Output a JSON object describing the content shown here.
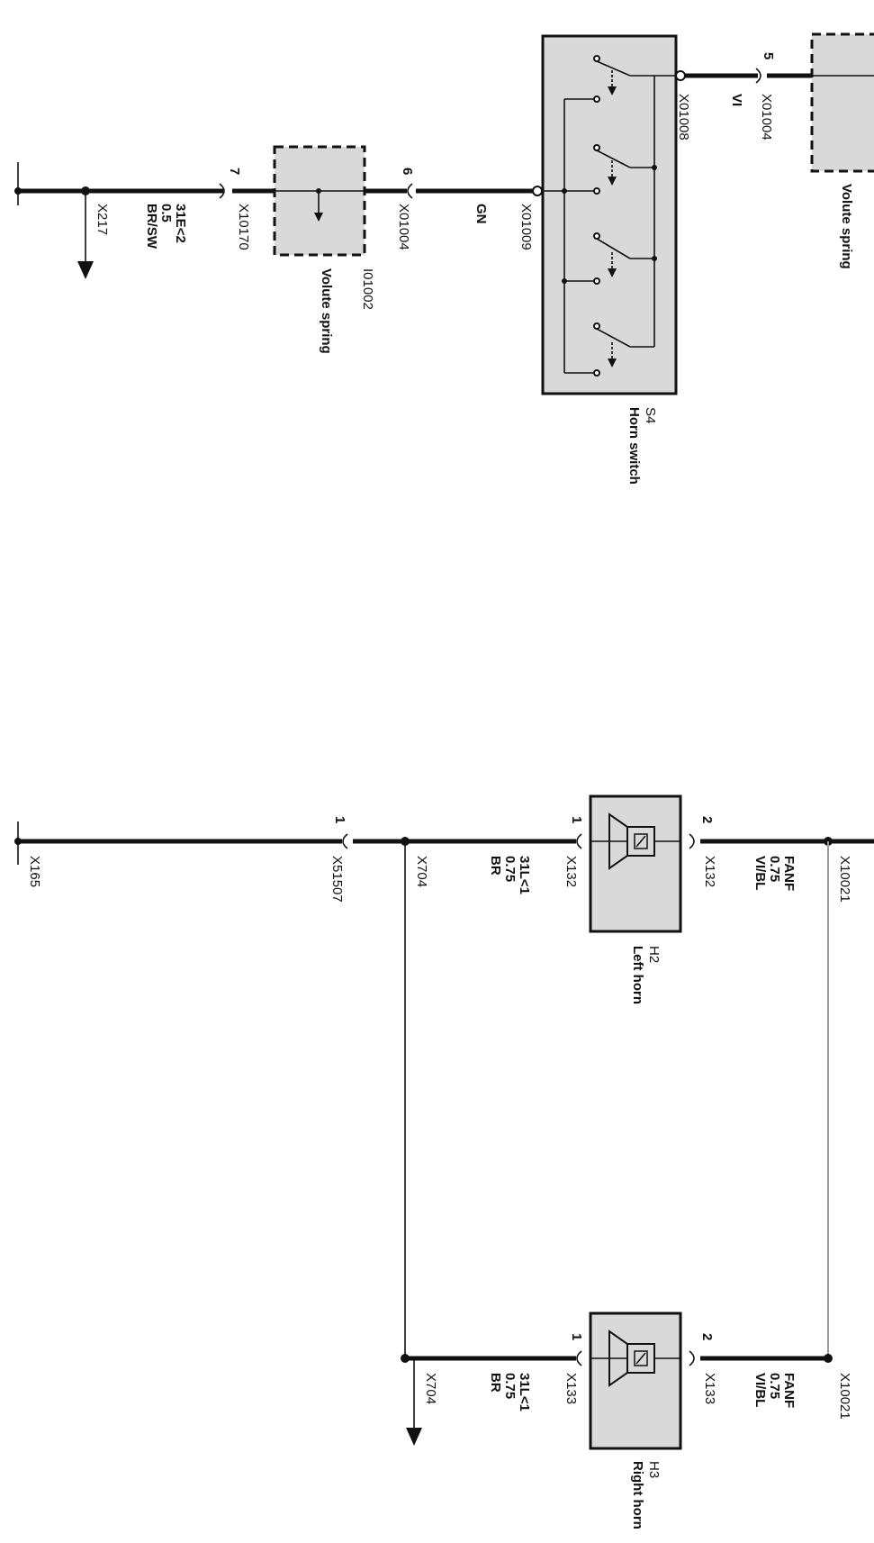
{
  "components": {
    "s4": {
      "id": "S4",
      "name": "Horn switch"
    },
    "i01002": {
      "id": "I01002",
      "name": "Volute spring"
    },
    "volute_top": {
      "name": "Volute spring"
    },
    "h2": {
      "id": "H2",
      "name": "Left horn"
    },
    "h3": {
      "id": "H3",
      "name": "Right horn"
    }
  },
  "top_circuit": {
    "ground": "X217",
    "wire": {
      "circuit": "31E<2",
      "gauge": "0.5",
      "color": "BR/SW"
    },
    "conn_x10170": {
      "id": "X10170",
      "pin": "7"
    },
    "conn_x01004_a": {
      "id": "X01004",
      "pin": "6"
    },
    "wire_gn": "GN",
    "conn_x01009": "X01009",
    "conn_x01008": "X01008",
    "wire_vi": "VI",
    "conn_x01004_b": {
      "id": "X01004",
      "pin": "5"
    }
  },
  "left_horn_circuit": {
    "ground": "X165",
    "conn_x51507": {
      "id": "X51507",
      "pin": "1"
    },
    "splice": "X704",
    "pin1_conn": {
      "id": "X132",
      "pin": "1"
    },
    "pin1_wire": {
      "circuit": "31L<1",
      "gauge": "0.75",
      "color": "BR"
    },
    "pin2_conn": {
      "id": "X132",
      "pin": "2"
    },
    "pin2_wire": {
      "circuit": "FANF",
      "gauge": "0.75",
      "color": "VI/BL"
    },
    "splice_top": "X10021"
  },
  "right_horn_circuit": {
    "splice": "X704",
    "pin1_conn": {
      "id": "X133",
      "pin": "1"
    },
    "pin1_wire": {
      "circuit": "31L<1",
      "gauge": "0.75",
      "color": "BR"
    },
    "pin2_conn": {
      "id": "X133",
      "pin": "2"
    },
    "pin2_wire": {
      "circuit": "FANF",
      "gauge": "0.75",
      "color": "VI/BL"
    },
    "splice_top": "X10021"
  },
  "colors": {
    "line": "#111111",
    "component_fill": "#d9d9d9",
    "link_grey": "#9a9a9a"
  }
}
